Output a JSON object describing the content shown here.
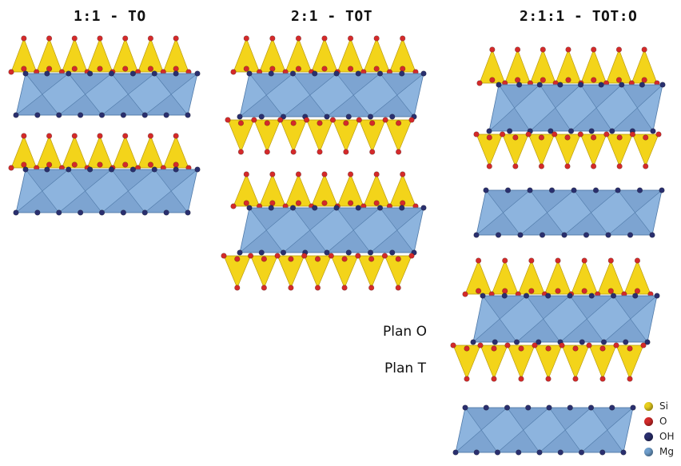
{
  "titles": {
    "to": "1:1 - TO",
    "tot": "2:1 - TOT",
    "toto": "2:1:1 - TOT:O"
  },
  "plan_labels": {
    "o": "Plan O",
    "t": "Plan T"
  },
  "legend": [
    {
      "label": "Si",
      "color": "#e8cf1e"
    },
    {
      "label": "O",
      "color": "#d42a2a"
    },
    {
      "label": "OH",
      "color": "#2a2f6e"
    },
    {
      "label": "Mg",
      "color": "#6f9fcd"
    }
  ],
  "colors": {
    "tetra": "#f3d41a",
    "tetra_edge": "#b99a10",
    "octa": "#8db4de",
    "octa_edge": "#4f79a8",
    "oxygen": "#d42a2a",
    "hydroxyl": "#2a2f6e"
  }
}
